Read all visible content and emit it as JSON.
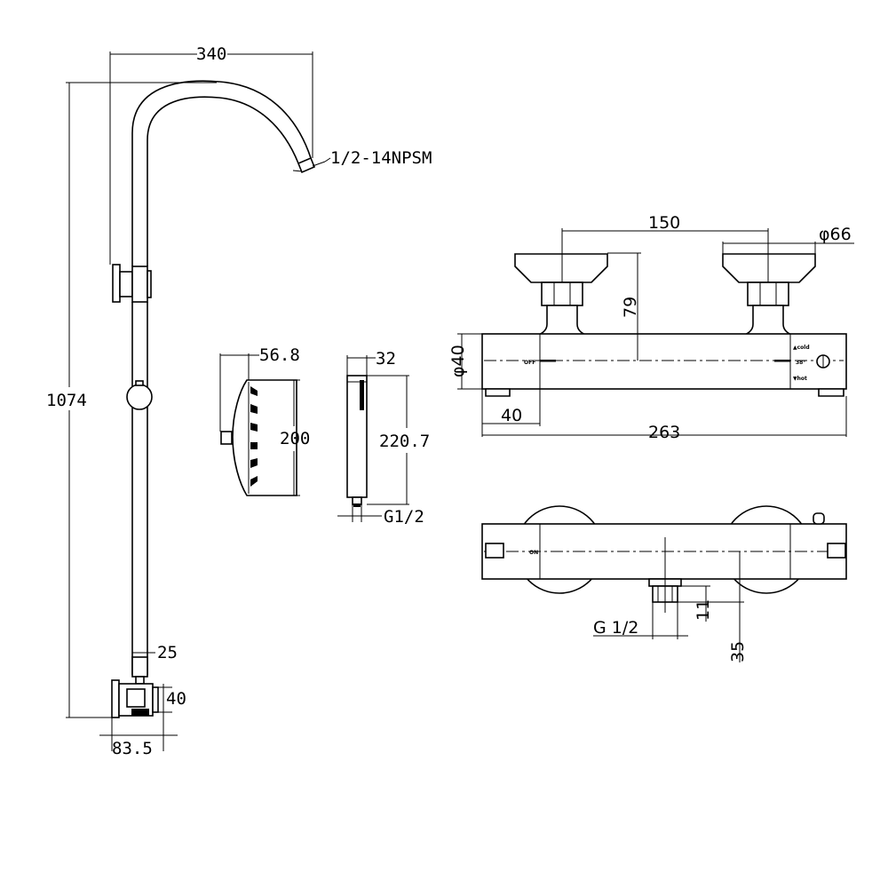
{
  "shower_column": {
    "width_dim": "340",
    "height_dim": "1074",
    "thread_label": "1/2-14NPSM",
    "inlet_pipe_dim": "25",
    "bracket_dim": "40",
    "base_dim": "83.5"
  },
  "shower_head": {
    "depth_dim": "56.8",
    "diameter_dim": "200"
  },
  "hand_shower": {
    "width_dim": "32",
    "length_dim": "220.7",
    "thread_dim": "G1/2"
  },
  "valve_front": {
    "centers_dim": "150",
    "flange_dim": "φ66",
    "height_dim": "79",
    "body_dia_dim": "φ40",
    "handle_dim": "40",
    "length_dim": "263",
    "off_label": "OFF",
    "cold_label": "▲cold",
    "temp_label": "38°",
    "hot_label": "▼hot"
  },
  "valve_top": {
    "on_label": "ON",
    "outlet_label": "G 1/2",
    "outlet_len_dim": "11",
    "offset_dim": "35"
  }
}
